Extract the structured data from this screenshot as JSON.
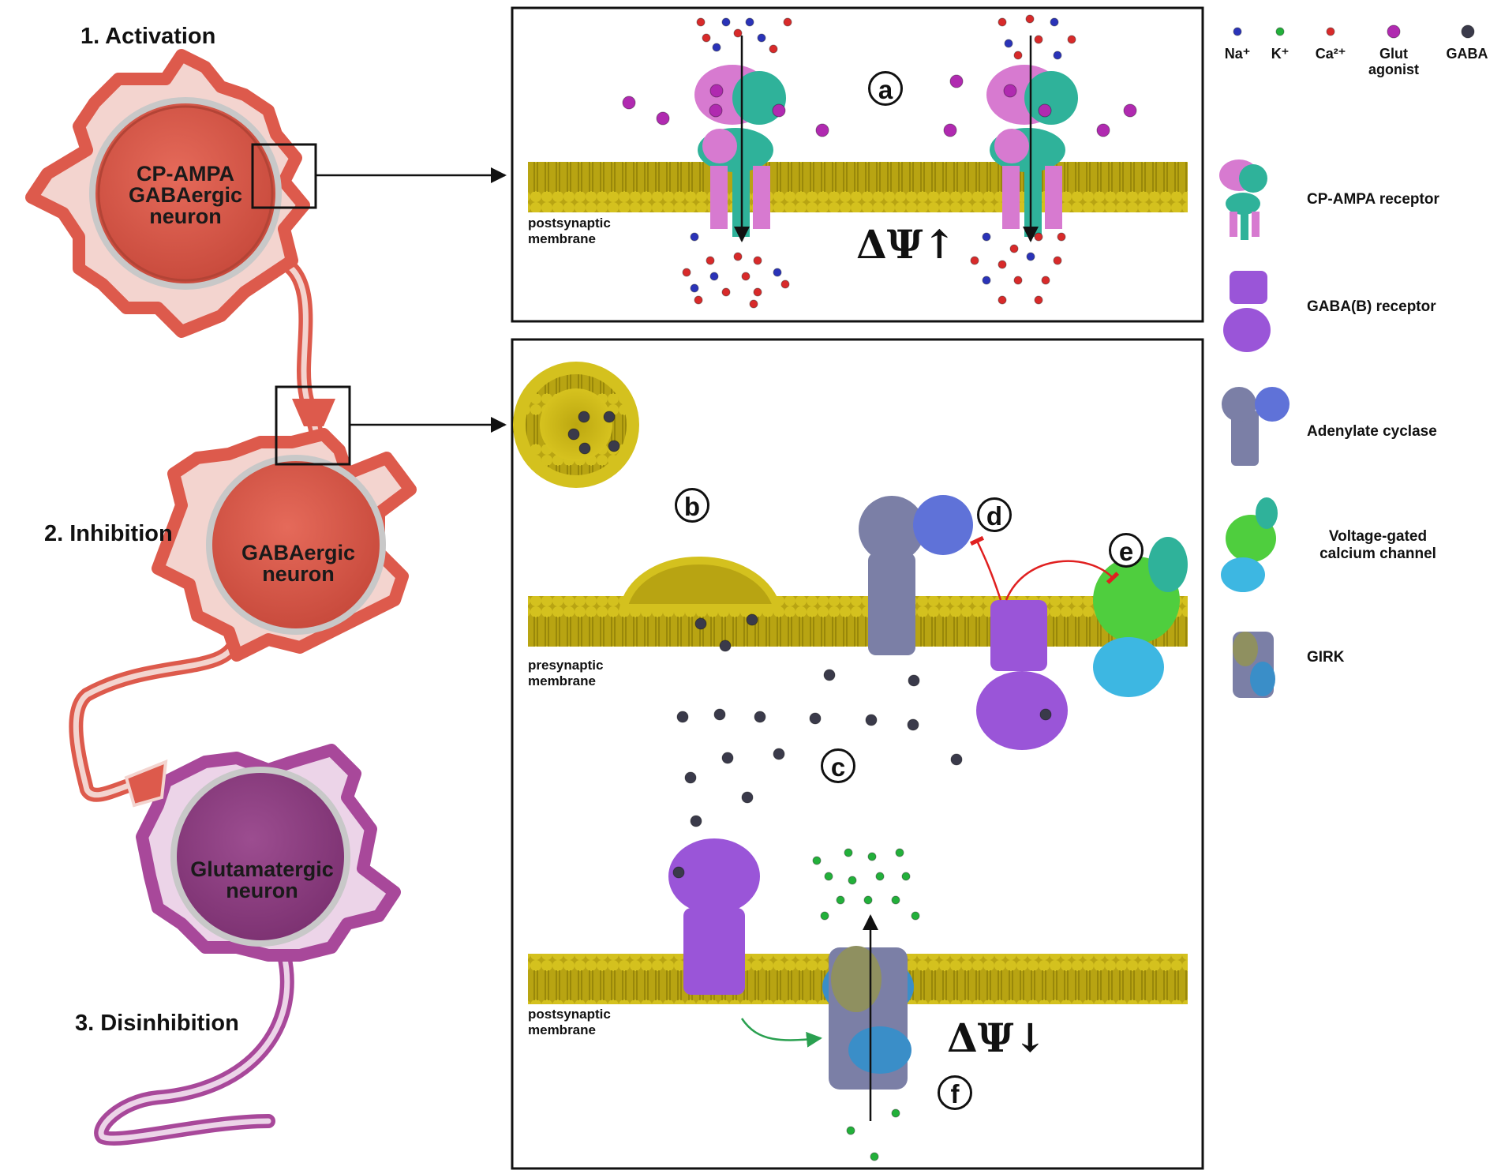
{
  "steps": {
    "activation": "1. Activation",
    "inhibition": "2. Inhibition",
    "disinhibition": "3. Disinhibition"
  },
  "neurons": {
    "cp_ampa_gabaergic": [
      "CP-AMPA",
      "GABAergic",
      "neuron"
    ],
    "gabaergic": [
      "GABAergic",
      "neuron"
    ],
    "glutamatergic": [
      "Glutamatergic",
      "neuron"
    ]
  },
  "panel_top": {
    "label": "a",
    "membrane_label": [
      "postsynaptic",
      "membrane"
    ],
    "potential": "ΔΨ↑"
  },
  "panel_bottom": {
    "labels": {
      "b": "b",
      "c": "c",
      "d": "d",
      "e": "e",
      "f": "f"
    },
    "presynaptic_label": [
      "presynaptic",
      "membrane"
    ],
    "postsynaptic_label": [
      "postsynaptic",
      "membrane"
    ],
    "potential": "ΔΨ↓"
  },
  "legend_ions": [
    {
      "key": "na",
      "label": "Na⁺",
      "color": "#2a33b8"
    },
    {
      "key": "k",
      "label": "K⁺",
      "color": "#22b03a"
    },
    {
      "key": "ca",
      "label": "Ca²⁺",
      "color": "#d82a2a"
    },
    {
      "key": "glut",
      "label": "Glut agonist",
      "color": "#b02ab0"
    },
    {
      "key": "gaba",
      "label": "GABA",
      "color": "#3a3a4a"
    }
  ],
  "legend_proteins": [
    {
      "key": "cp_ampa",
      "label": "CP-AMPA receptor",
      "icon": "cp-ampa-receptor-icon"
    },
    {
      "key": "gabab",
      "label": "GABA(B) receptor",
      "icon": "gabab-receptor-icon"
    },
    {
      "key": "ac",
      "label": "Adenylate cyclase",
      "icon": "adenylate-cyclase-icon"
    },
    {
      "key": "vgcc",
      "label": "Voltage-gated calcium channel",
      "icon": "vgcc-icon"
    },
    {
      "key": "girk",
      "label": "GIRK",
      "icon": "girk-icon"
    }
  ],
  "colors": {
    "neuron_red": "#dd5a4c",
    "neuron_purple": "#a8489a",
    "membrane": "#c7b418",
    "ampa_pink": "#d77ad0",
    "ampa_teal": "#2fb29a",
    "gabab_purple": "#9a55d8",
    "ac_slate": "#7b7fa6",
    "ac_blue": "#5f72d8",
    "vgcc_green": "#4fce3e",
    "vgcc_cyan": "#3db7e2",
    "girk_olive": "#8f9060",
    "girk_blue": "#3a8ec8",
    "inhibit_red": "#e02020",
    "activate_green": "#2aa050"
  }
}
